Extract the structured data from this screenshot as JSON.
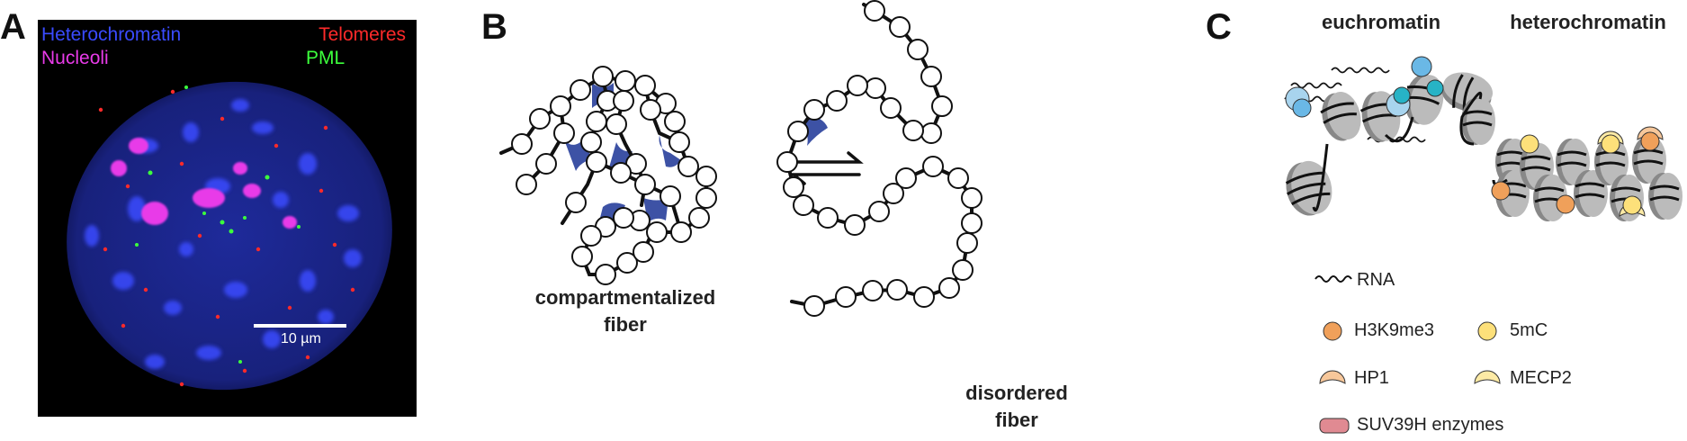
{
  "panel_a": {
    "letter": "A",
    "labels": {
      "heterochromatin": "Heterochromatin",
      "nucleoli": "Nucleoli",
      "telomeres": "Telomeres",
      "pml": "PML"
    },
    "scale_bar": "10 µm",
    "colors": {
      "heterochromatin": "#3a4bff",
      "nucleoli": "#e83be8",
      "telomeres": "#ff2a2a",
      "pml": "#3cff3c",
      "nucleus": "#1b2486"
    }
  },
  "panel_b": {
    "letter": "B",
    "compartmentalized_label": [
      "compartmentalized",
      "fiber"
    ],
    "disordered_label": [
      "disordered",
      "fiber"
    ],
    "colors": {
      "bridge": "#3d52a5",
      "bead_stroke": "#111111"
    }
  },
  "panel_c": {
    "letter": "C",
    "euchromatin_title": "euchromatin",
    "heterochromatin_title": "heterochromatin",
    "legend": {
      "rna": "RNA",
      "h3k9me3": "H3K9me3",
      "mc5": "5mC",
      "hp1": "HP1",
      "mecp2": "MECP2",
      "suv39h": "SUV39H enzymes"
    },
    "colors": {
      "h3k9me3": "#f0a05a",
      "mc5": "#fde07a",
      "hp1": "#f7c79a",
      "mecp2": "#fdeaa5",
      "suv39h": "#e08a92",
      "acetyl_light": "#a8d4ee",
      "acetyl_mid": "#6ab8e6",
      "teal": "#27b3c6"
    }
  }
}
